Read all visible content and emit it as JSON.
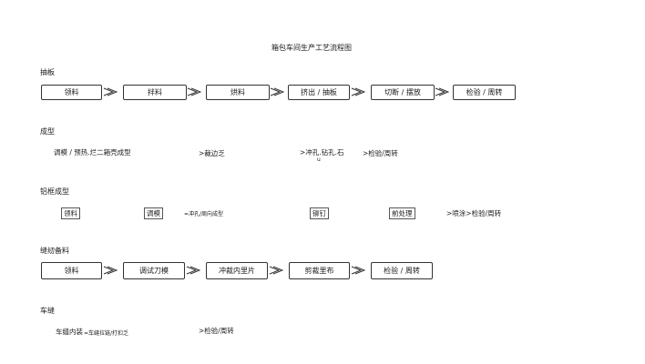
{
  "title": "箱包车间生产工艺流程图",
  "sections": {
    "s1": {
      "name": "抽板",
      "steps": [
        "领料",
        "拌料",
        "烘料",
        "挤出 / 抽板",
        "切断 / 摆放",
        "检验 / 周转"
      ]
    },
    "s2": {
      "name": "成型",
      "t1": "调模 / 预热.烂二箱壳成型",
      "t2": ">裁边乏",
      "t3": ">冲孔.钻孔.石",
      "t3b": "u",
      "t4": ">检验/周转"
    },
    "s3": {
      "name": "铝框成型",
      "t1": "领料",
      "t2": "调模",
      "t3": "=冲孔/周向成型",
      "t4": "铆钉",
      "t5": "前处理",
      "t6": ">喷涂>检验/周转"
    },
    "s4": {
      "name": "缝纫备料",
      "steps": [
        "领料",
        "调试刀模",
        "冲裁内里片",
        "剪裁里布",
        "检验 / 周转"
      ]
    },
    "s5": {
      "name": "车缝",
      "t1": "车缝内装",
      "t2": "=车缝拉链/打扣乏",
      "t3": ">检验/周转"
    }
  }
}
